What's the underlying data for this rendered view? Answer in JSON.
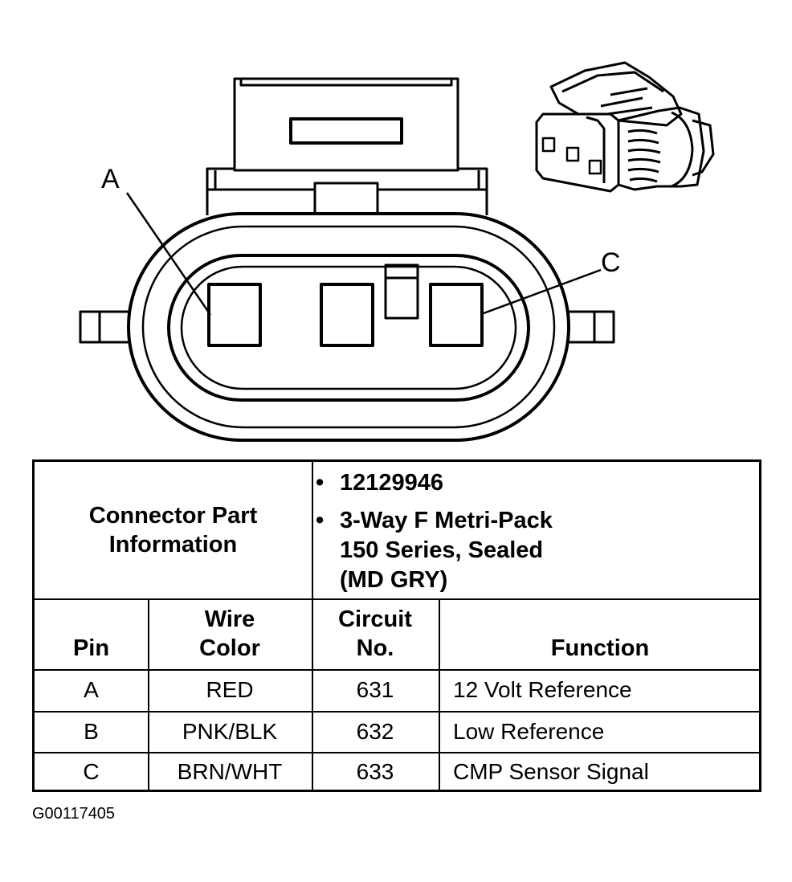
{
  "diagram": {
    "pin_labels": [
      "A",
      "C"
    ],
    "connector_color": "#000000"
  },
  "table": {
    "part_info_label": [
      "Connector Part",
      "Information"
    ],
    "part_info_bullets": [
      "12129946",
      "3-Way F Metri-Pack\n150 Series, Sealed\n(MD GRY)"
    ],
    "headers": {
      "pin": "Pin",
      "wire_color": [
        "Wire",
        "Color"
      ],
      "circuit": [
        "Circuit",
        "No."
      ],
      "function": "Function"
    },
    "rows": [
      {
        "pin": "A",
        "wire_color": "RED",
        "circuit": "631",
        "function": "12 Volt Reference"
      },
      {
        "pin": "B",
        "wire_color": "PNK/BLK",
        "circuit": "632",
        "function": "Low Reference"
      },
      {
        "pin": "C",
        "wire_color": "BRN/WHT",
        "circuit": "633",
        "function": "CMP Sensor Signal"
      }
    ]
  },
  "figure_code": "G00117405"
}
